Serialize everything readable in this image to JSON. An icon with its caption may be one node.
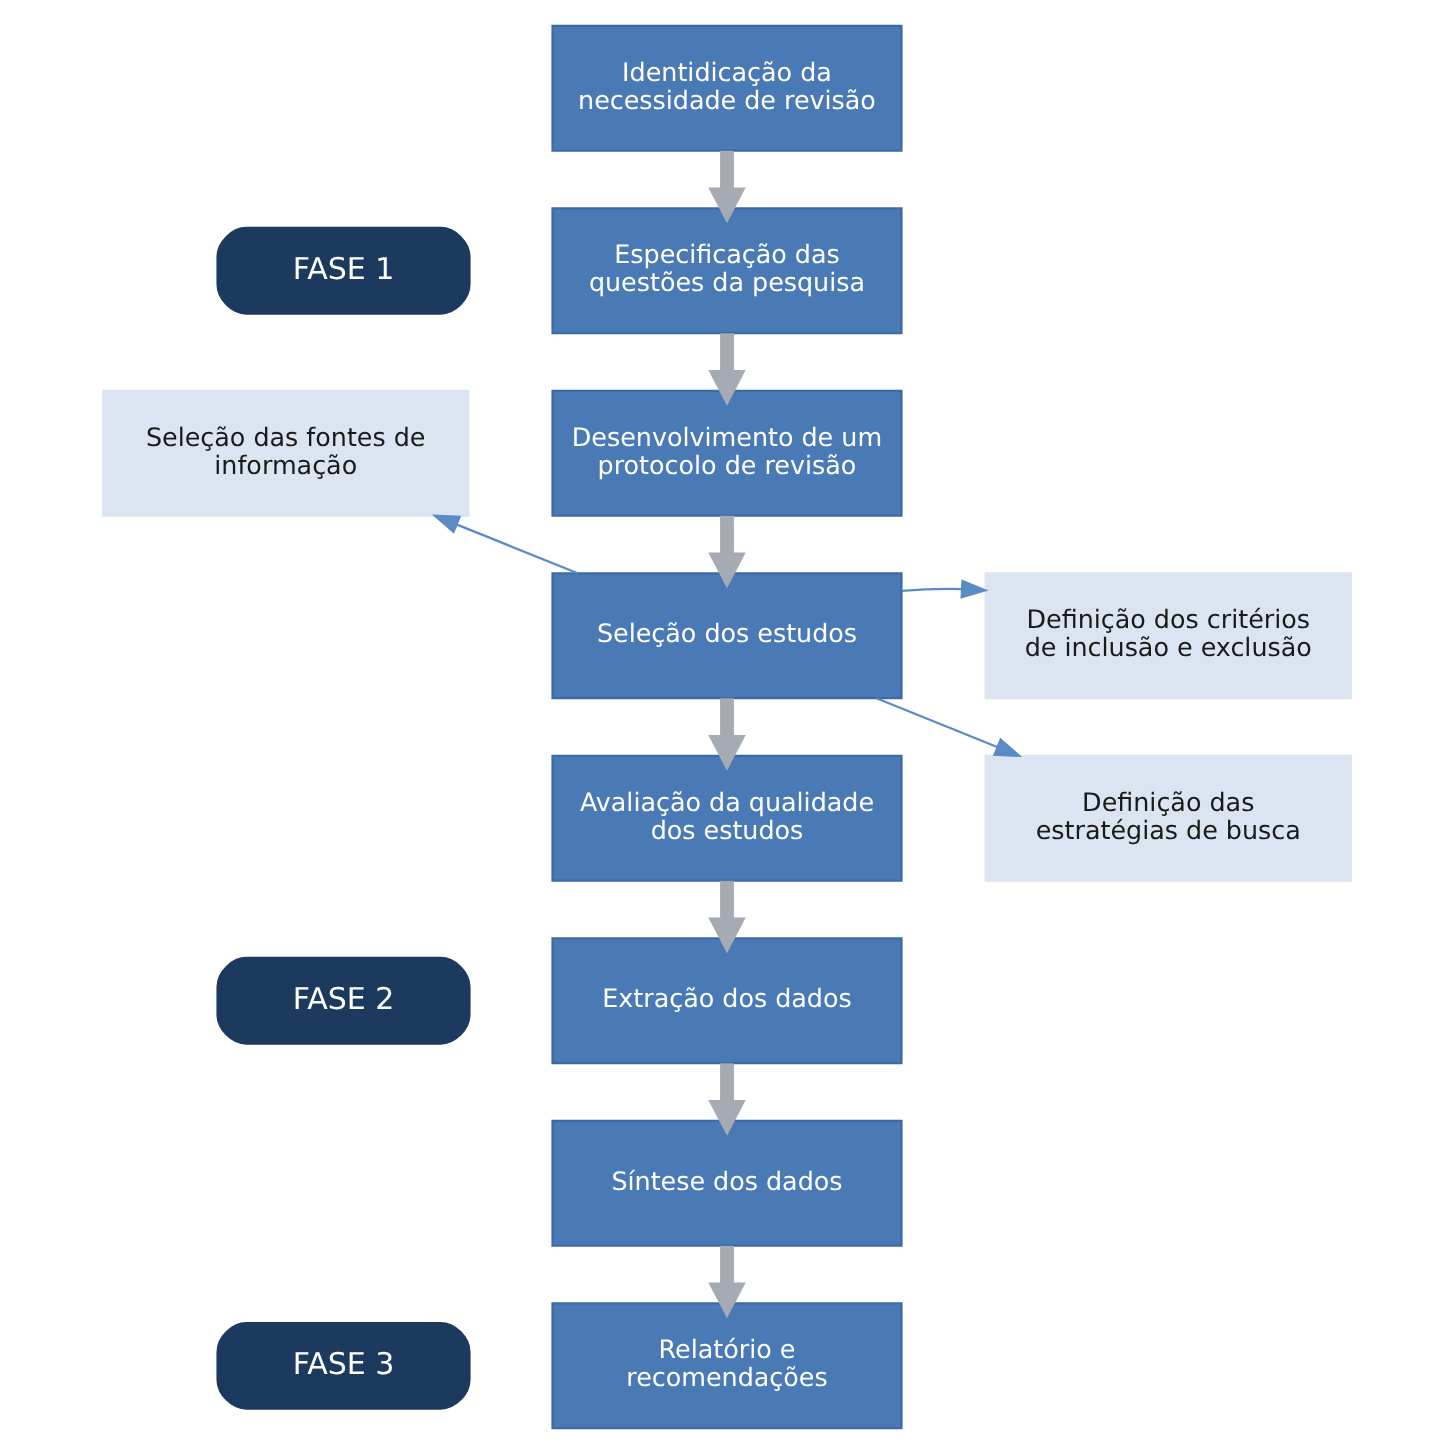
{
  "diagram": {
    "nodes": [
      {
        "text": [
          "Identidicação da necessidade de revisão"
        ]
      },
      {
        "text": [
          "Especificação das questões da pesquisa"
        ]
      },
      {
        "text": [
          "Desenvolvimento de um protocolo de revisão"
        ]
      },
      {
        "text": [
          "Seleção dos estudos"
        ]
      },
      {
        "text": [
          "Avaliação da qualidade dos estudos"
        ]
      },
      {
        "text": [
          "Extração dos dados"
        ]
      },
      {
        "text": [
          "Síntese dos dados"
        ]
      },
      {
        "text": [
          "Relatório e recomendações"
        ]
      },
      {
        "text": [
          "FASE 1"
        ]
      },
      {
        "text": [
          "FASE 2"
        ]
      },
      {
        "text": [
          "FASE 3"
        ]
      },
      {
        "text": [
          "Seleção das fontes de informação"
        ]
      },
      {
        "text": [
          "Definição dos critérios de inclusão e exclusão"
        ]
      },
      {
        "text": [
          "Definição das estratégias de busca"
        ]
      }
    ],
    "edges": [
      {
        "from": 0,
        "to": 1,
        "arrow": "to"
      },
      {
        "from": 1,
        "to": 2,
        "arrow": "to"
      },
      {
        "from": 2,
        "to": 3,
        "arrow": "to"
      },
      {
        "from": 3,
        "to": 4,
        "arrow": "to"
      },
      {
        "from": 4,
        "to": 5,
        "arrow": "to"
      },
      {
        "from": 5,
        "to": 6,
        "arrow": "to"
      },
      {
        "from": 6,
        "to": 7,
        "arrow": "to"
      },
      {
        "from": 3,
        "to": 11,
        "arrow": "to",
        "color": "#5b8bc4"
      },
      {
        "from": 3,
        "to": 12,
        "arrow": "to",
        "color": "#5b8bc4"
      },
      {
        "from": 3,
        "to": 13,
        "arrow": "to",
        "color": "#5b8bc4"
      }
    ]
  }
}
